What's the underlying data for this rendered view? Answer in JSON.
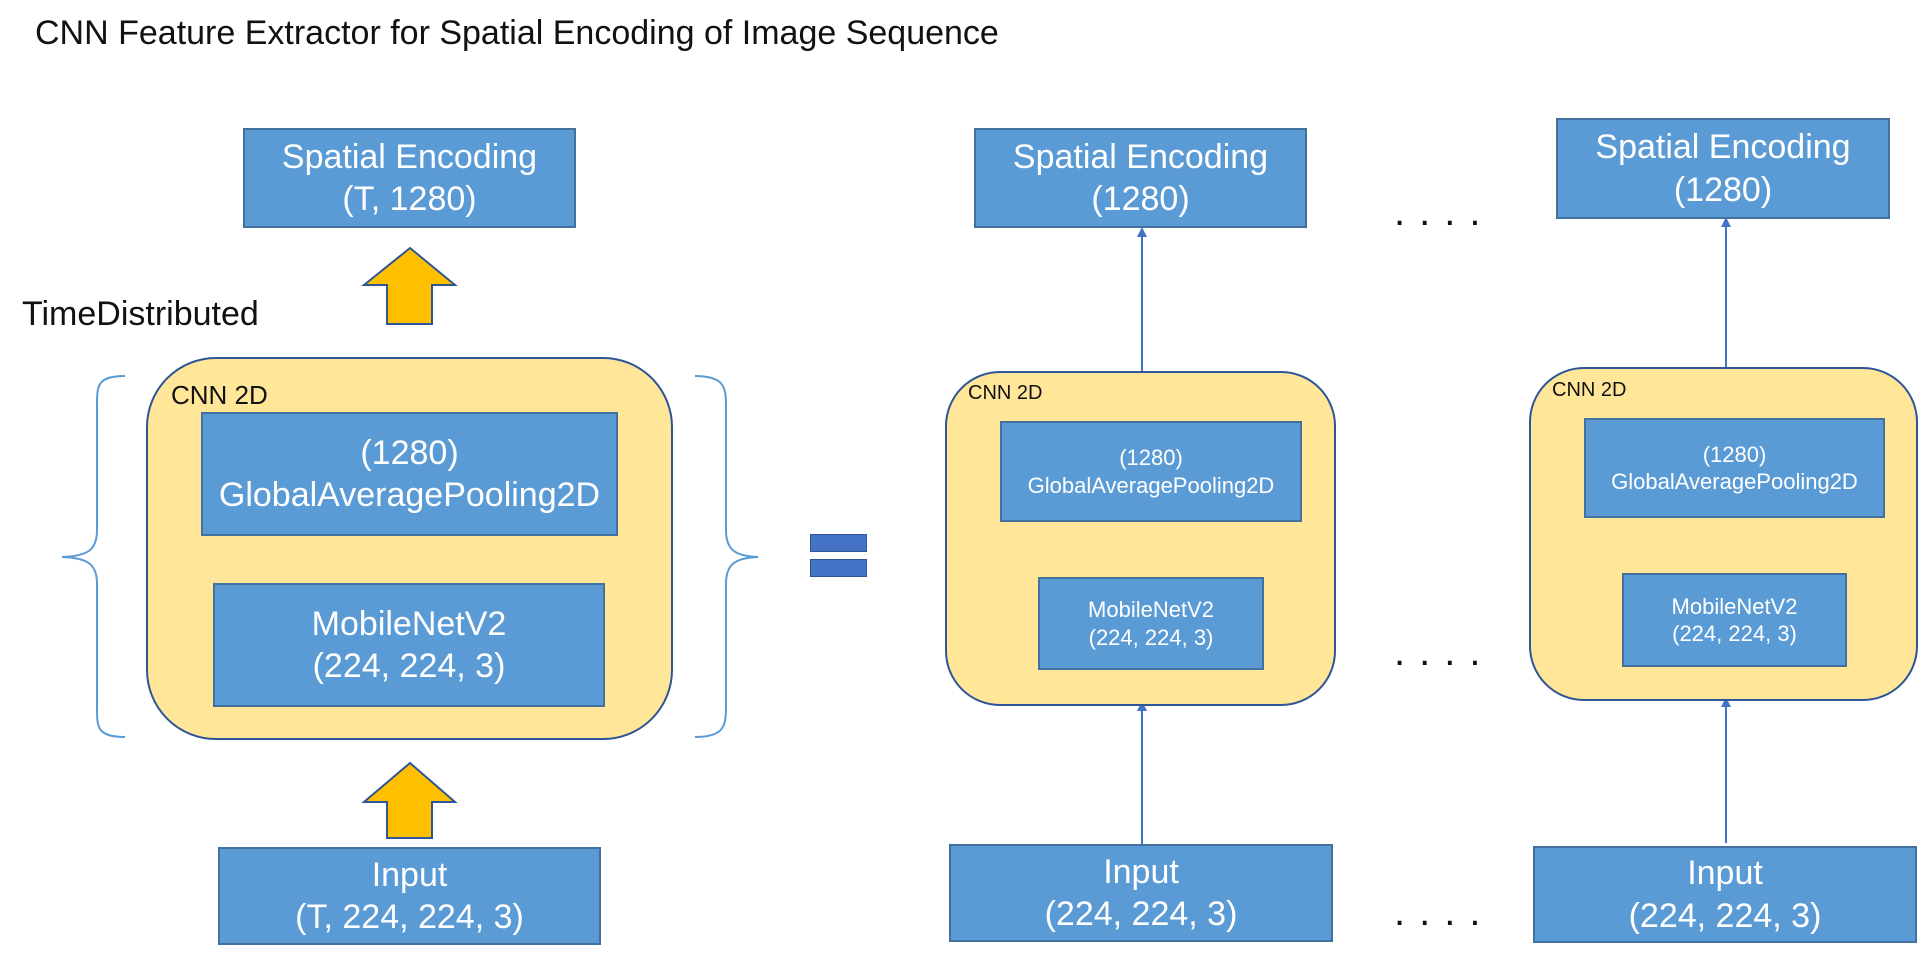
{
  "title": "CNN Feature Extractor for Spatial Encoding of Image Sequence",
  "time_distributed_label": "TimeDistributed",
  "left": {
    "output": {
      "line1": "Spatial Encoding",
      "line2": "(T, 1280)"
    },
    "cnn_label": "CNN 2D",
    "pooling": {
      "line1": "(1280)",
      "line2": "GlobalAveragePooling2D"
    },
    "backbone": {
      "line1": "MobileNetV2",
      "line2": "(224, 224, 3)"
    },
    "input": {
      "line1": "Input",
      "line2": "(T, 224, 224, 3)"
    }
  },
  "right_first": {
    "output": {
      "line1": "Spatial Encoding",
      "line2": "(1280)"
    },
    "cnn_label": "CNN 2D",
    "pooling": {
      "line1": "(1280)",
      "line2": "GlobalAveragePooling2D"
    },
    "backbone": {
      "line1": "MobileNetV2",
      "line2": "(224, 224, 3)"
    },
    "input": {
      "line1": "Input",
      "line2": "(224, 224, 3)"
    }
  },
  "right_last": {
    "output": {
      "line1": "Spatial Encoding",
      "line2": "(1280)"
    },
    "cnn_label": "CNN 2D",
    "pooling": {
      "line1": "(1280)",
      "line2": "GlobalAveragePooling2D"
    },
    "backbone": {
      "line1": "MobileNetV2",
      "line2": "(224, 224, 3)"
    },
    "input": {
      "line1": "Input",
      "line2": "(224, 224, 3)"
    }
  },
  "ellipsis": "....",
  "colors": {
    "box_fill": "#5b9bd5",
    "box_border": "#41719c",
    "cnn_fill": "#ffe699",
    "cnn_border": "#2f5597",
    "block_arrow": "#ffc000",
    "equals": "#4472c4"
  }
}
